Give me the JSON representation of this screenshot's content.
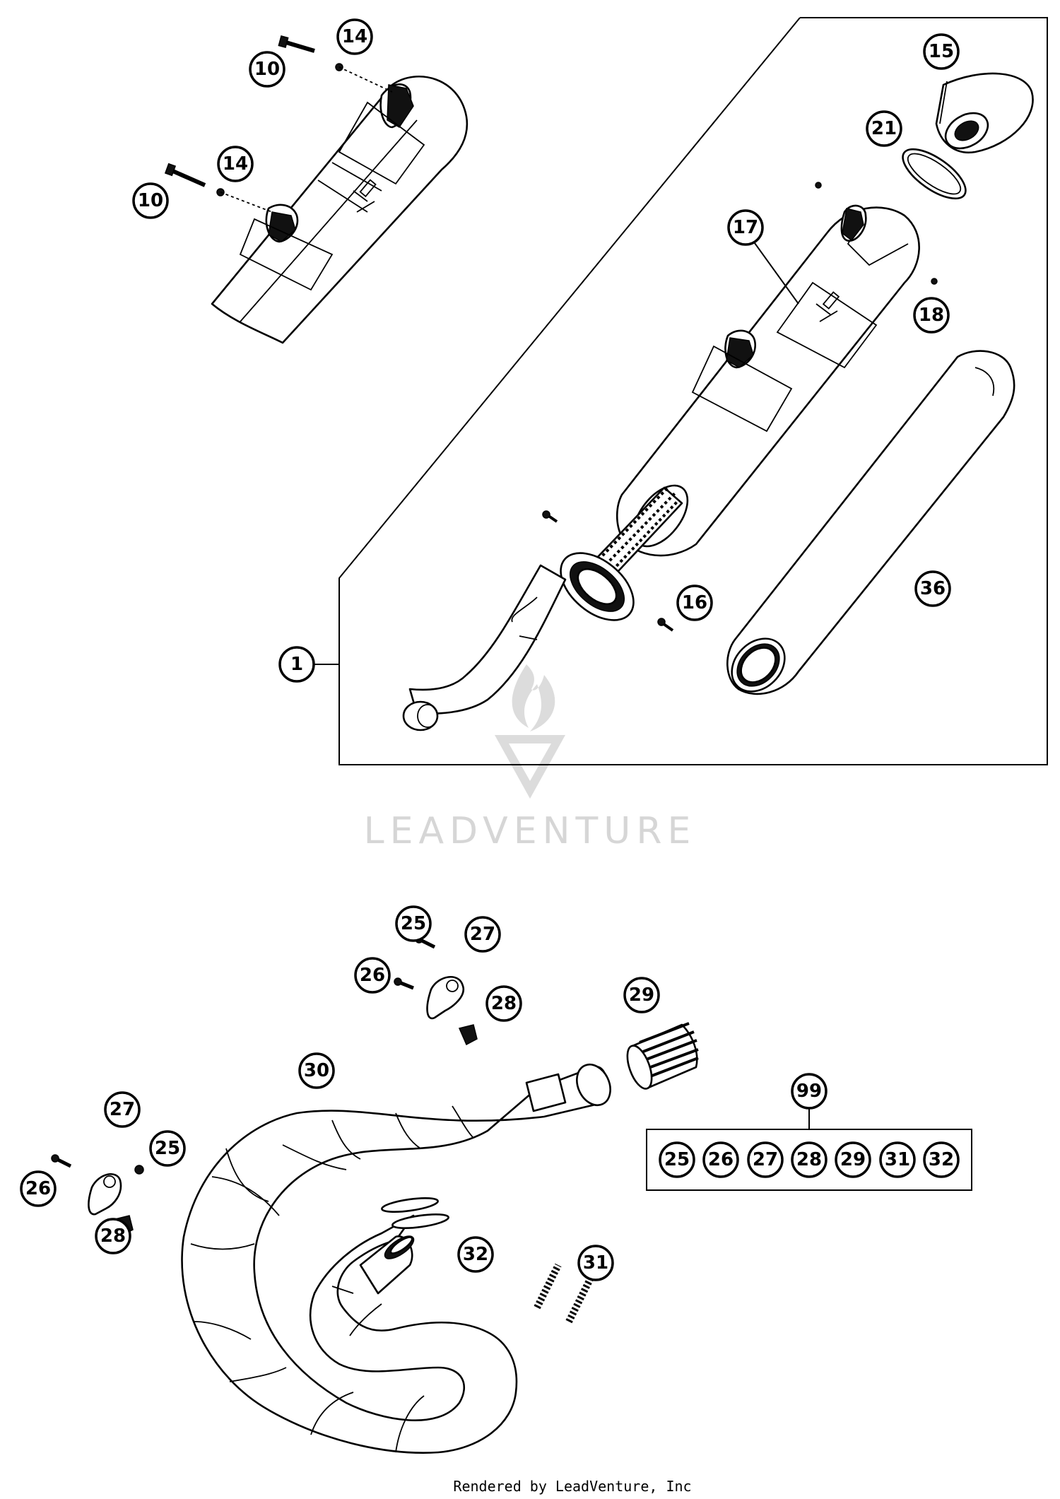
{
  "watermark": "LEADVENTURE",
  "footer": "Rendered by LeadVenture, Inc",
  "callouts": {
    "c10a": "10",
    "c14a": "14",
    "c10b": "10",
    "c14b": "14",
    "c15": "15",
    "c21": "21",
    "c17": "17",
    "c18": "18",
    "c16": "16",
    "c36": "36",
    "c1": "1",
    "c25a": "25",
    "c27a": "27",
    "c26a": "26",
    "c28a": "28",
    "c29": "29",
    "c30": "30",
    "c99": "99",
    "c27b": "27",
    "c26b": "26",
    "c25b": "25",
    "c28b": "28",
    "c32": "32",
    "c31": "31"
  },
  "kit_items": [
    "25",
    "26",
    "27",
    "28",
    "29",
    "31",
    "32"
  ],
  "colors": {
    "line": "#000000",
    "watermark": "#d6d6d6",
    "background": "#ffffff"
  }
}
